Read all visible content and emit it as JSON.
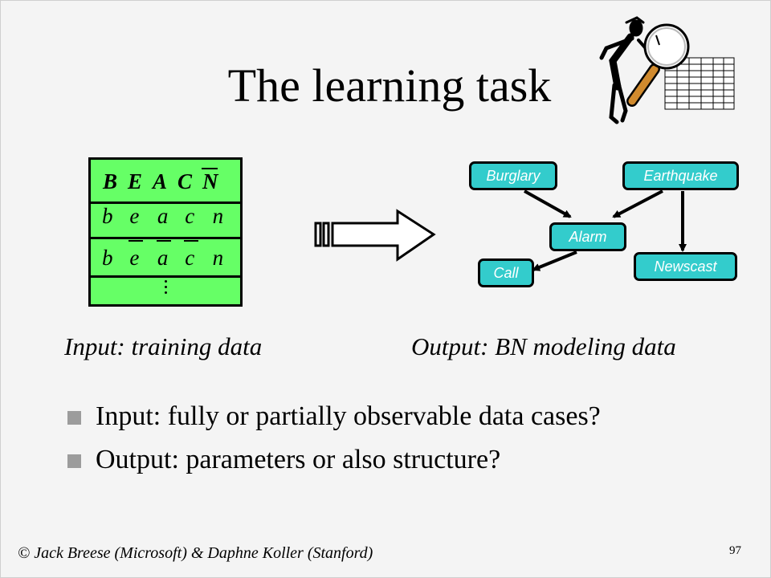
{
  "slide": {
    "title": "The learning task",
    "page_number": "97",
    "footer": "© Jack Breese (Microsoft) & Daphne Koller (Stanford)"
  },
  "training_table": {
    "header": [
      "B",
      "E",
      "A",
      "C",
      "N"
    ],
    "header_overlines": [
      false,
      false,
      false,
      false,
      true
    ],
    "row1": [
      "b",
      "e",
      "a",
      "c",
      "n"
    ],
    "row1_overlines": [
      false,
      false,
      false,
      false,
      true
    ],
    "row2": [
      "b",
      "e",
      "a",
      "c",
      "n"
    ],
    "row2_overlines": [
      false,
      true,
      true,
      true,
      false
    ],
    "ellipsis": "⋮",
    "fill_color": "#66ff66"
  },
  "network": {
    "node_color": "#33cccc",
    "nodes": {
      "burglary": "Burglary",
      "earthquake": "Earthquake",
      "alarm": "Alarm",
      "call": "Call",
      "newscast": "Newscast"
    }
  },
  "captions": {
    "input": "Input: training data",
    "output": "Output: BN modeling data"
  },
  "bullets": [
    "Input: fully or partially observable data cases?",
    "Output: parameters or also structure?"
  ],
  "icons": [
    "magnifying-glass-figure-icon",
    "data-grid-icon",
    "block-arrow-icon",
    "square-bullet-icon"
  ]
}
